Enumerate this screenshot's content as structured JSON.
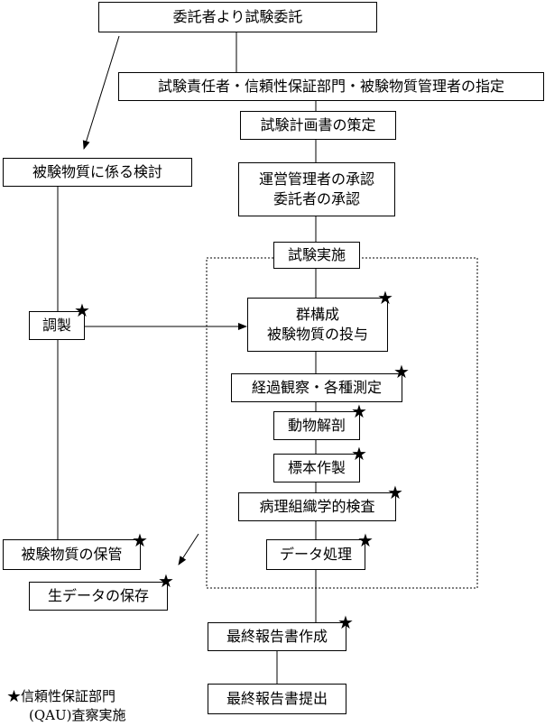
{
  "nodes": {
    "request": "委託者より試験委託",
    "designation": "試験責任者・信頼性保証部門・被験物質管理者の指定",
    "plan": "試験計画書の策定",
    "approval_1": "運営管理者の承認",
    "approval_2": "委託者の承認",
    "study_start": "試験実施",
    "grouping_1": "群構成",
    "grouping_2": "被験物質の投与",
    "observation": "経過観察・各種測定",
    "necropsy": "動物解剖",
    "specimen": "標本作製",
    "histopath": "病理組織学的検査",
    "data": "データ処理",
    "report": "最終報告書作成",
    "submit": "最終報告書提出",
    "substance_review": "被験物質に係る検討",
    "preparation": "調製",
    "storage": "被験物質の保管",
    "raw_data": "生データの保存"
  },
  "legend": {
    "star": "★",
    "line1": "信頼性保証部門",
    "line2": "(QAU)査察実施"
  }
}
